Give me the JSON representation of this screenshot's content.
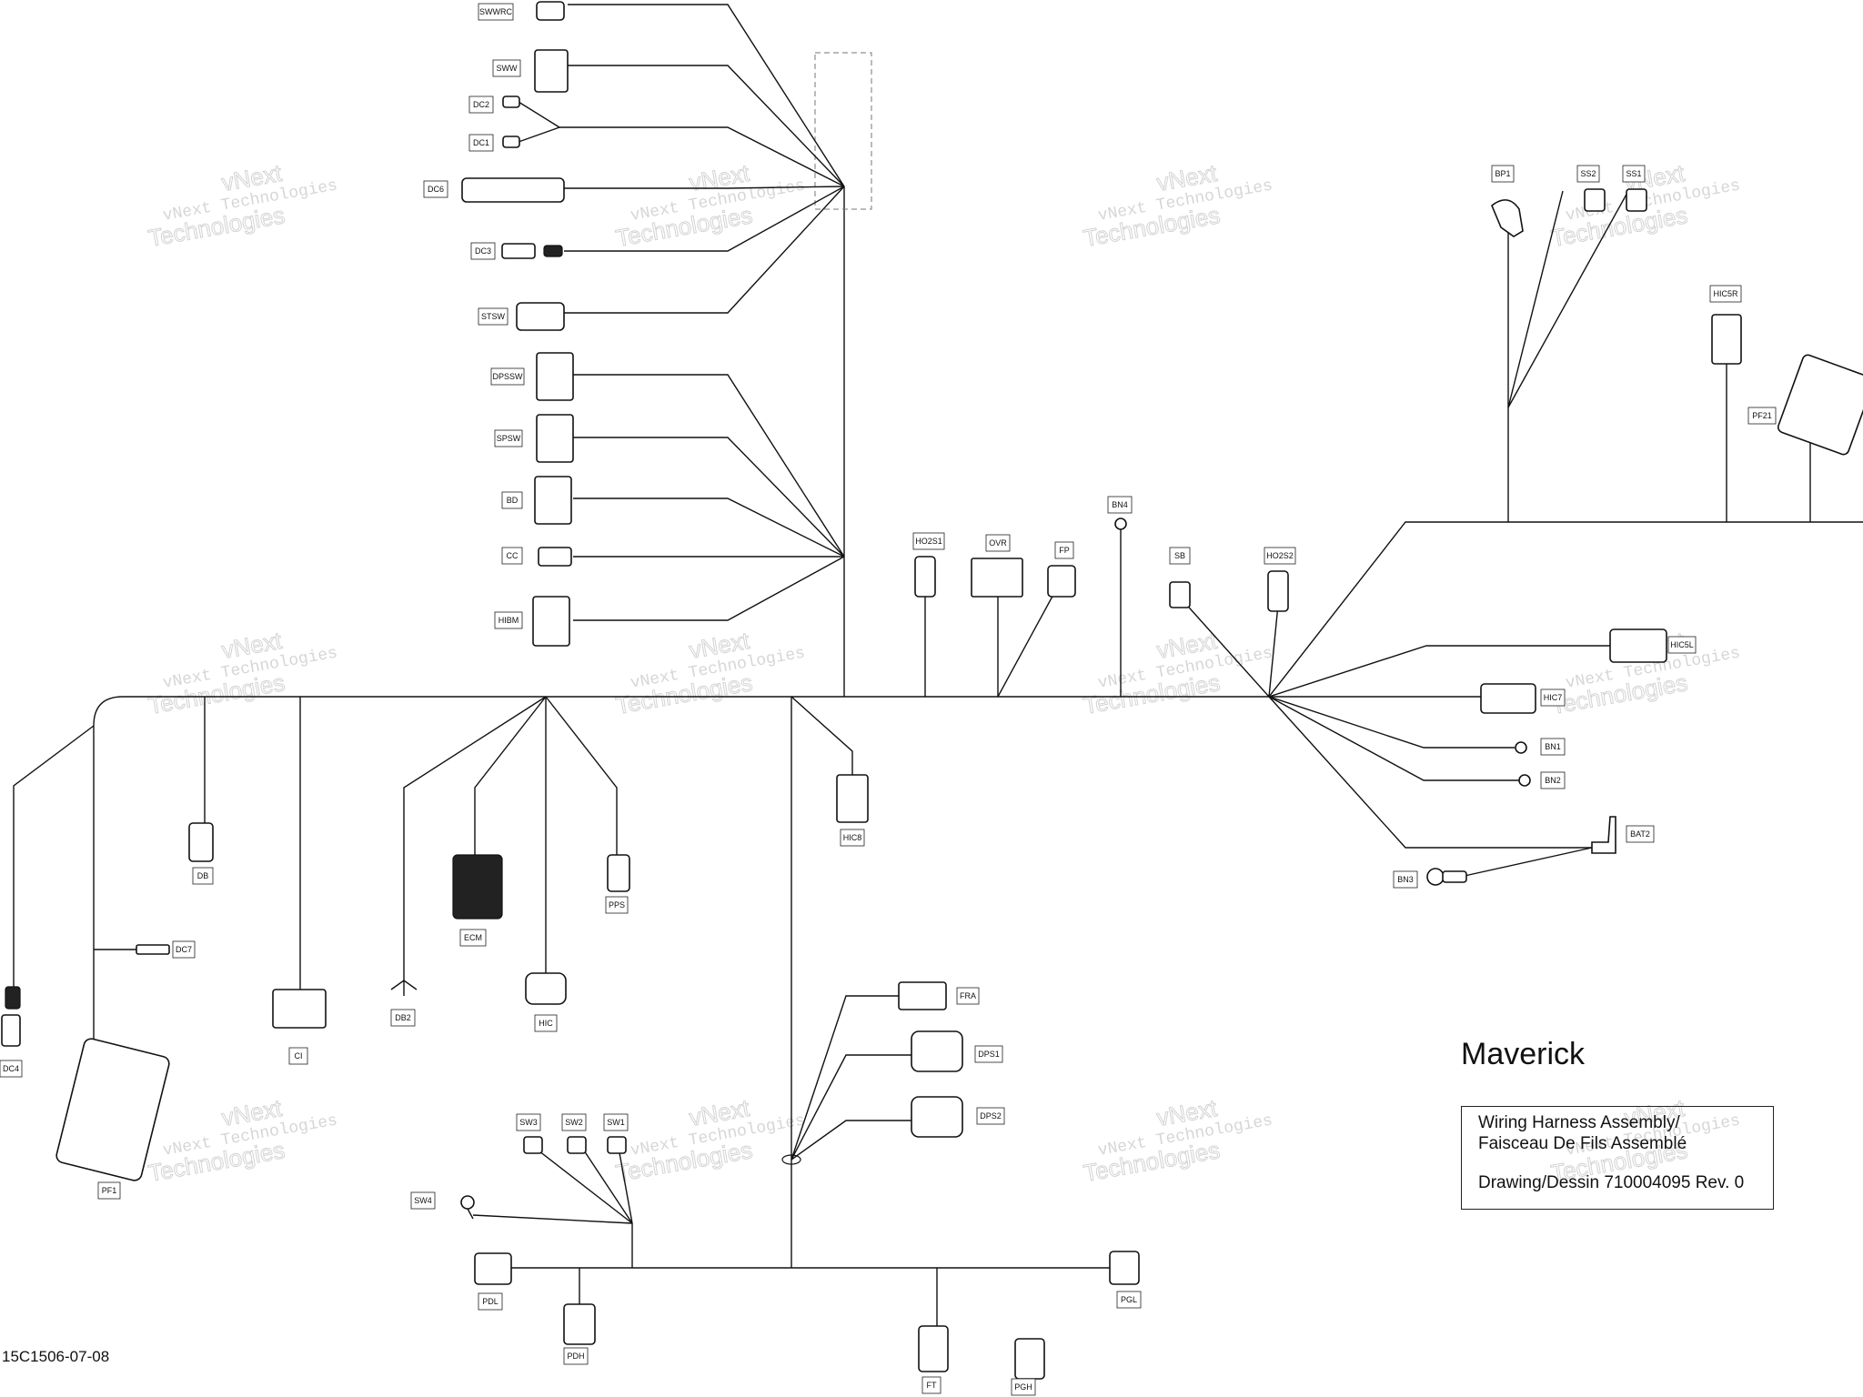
{
  "title": "Maverick",
  "info": {
    "line1": "Wiring Harness Assembly/",
    "line2": "Faisceau De Fils Assemblé",
    "line3": "Drawing/Dessin 710004095 Rev. 0"
  },
  "figure_code": "15C1506-07-08",
  "watermark": {
    "line1": "vNext Technologies",
    "line2": "vNext",
    "line3": "Technologies"
  },
  "labels": [
    "SWWRC",
    "SWW",
    "DC2",
    "DC1",
    "DC6",
    "DC3",
    "STSW",
    "DPSSW",
    "SPSW",
    "BD",
    "CC",
    "HIBM",
    "HO2S1",
    "OVR",
    "FP",
    "BN4",
    "SB",
    "HO2S2",
    "BP1",
    "SS2",
    "SS1",
    "HIC5R",
    "PF21",
    "HIC5L",
    "HIC7",
    "BN1",
    "BN2",
    "BAT2",
    "BN3",
    "HIC8",
    "DB",
    "ECM",
    "PPS",
    "DC7",
    "DB2",
    "HIC",
    "CI",
    "DC4",
    "PF1",
    "FRA",
    "DPS1",
    "DPS2",
    "SW3",
    "SW2",
    "SW1",
    "SW4",
    "PDL",
    "PDH",
    "FT",
    "PGH",
    "PGL"
  ]
}
